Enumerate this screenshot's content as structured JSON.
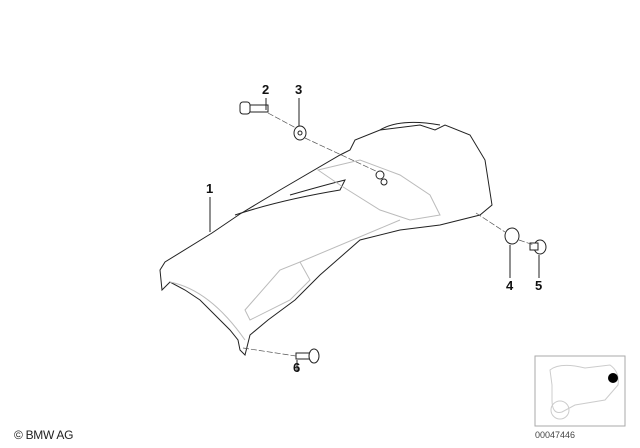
{
  "callouts": [
    {
      "id": "1",
      "text": "1"
    },
    {
      "id": "2",
      "text": "2"
    },
    {
      "id": "3",
      "text": "3"
    },
    {
      "id": "4",
      "text": "4"
    },
    {
      "id": "5",
      "text": "5"
    },
    {
      "id": "6",
      "text": "6"
    }
  ],
  "copyright": "© BMW AG",
  "image_number": "00047446",
  "colors": {
    "line": "#222222",
    "light_line": "#bbbbbb",
    "marker": "#000000"
  }
}
